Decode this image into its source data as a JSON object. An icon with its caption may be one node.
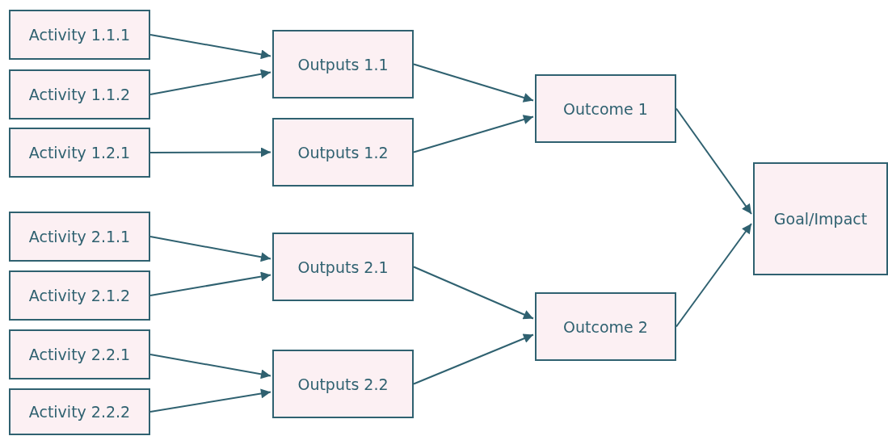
{
  "diagram": {
    "nodes": [
      {
        "text": [
          "Activity 1.1.1"
        ]
      },
      {
        "text": [
          "Activity 1.1.2"
        ]
      },
      {
        "text": [
          "Activity 1.2.1"
        ]
      },
      {
        "text": [
          "Activity 2.1.1"
        ]
      },
      {
        "text": [
          "Activity 2.1.2"
        ]
      },
      {
        "text": [
          "Activity 2.2.1"
        ]
      },
      {
        "text": [
          "Activity 2.2.2"
        ]
      },
      {
        "text": [
          "Outputs 1.1"
        ]
      },
      {
        "text": [
          "Outputs 1.2"
        ]
      },
      {
        "text": [
          "Outputs 2.1"
        ]
      },
      {
        "text": [
          "Outputs 2.2"
        ]
      },
      {
        "text": [
          "Outcome 1"
        ]
      },
      {
        "text": [
          "Outcome 2"
        ]
      },
      {
        "text": [
          "Goal/Impact"
        ]
      }
    ],
    "edges": [
      {
        "from": 0,
        "to": 7,
        "arrow": "to"
      },
      {
        "from": 1,
        "to": 7,
        "arrow": "to"
      },
      {
        "from": 2,
        "to": 8,
        "arrow": "to"
      },
      {
        "from": 3,
        "to": 9,
        "arrow": "to"
      },
      {
        "from": 4,
        "to": 9,
        "arrow": "to"
      },
      {
        "from": 5,
        "to": 10,
        "arrow": "to"
      },
      {
        "from": 6,
        "to": 10,
        "arrow": "to"
      },
      {
        "from": 7,
        "to": 11,
        "arrow": "to"
      },
      {
        "from": 8,
        "to": 11,
        "arrow": "to"
      },
      {
        "from": 9,
        "to": 12,
        "arrow": "to"
      },
      {
        "from": 10,
        "to": 12,
        "arrow": "to"
      },
      {
        "from": 11,
        "to": 13,
        "arrow": "to"
      },
      {
        "from": 12,
        "to": 13,
        "arrow": "to"
      }
    ]
  }
}
